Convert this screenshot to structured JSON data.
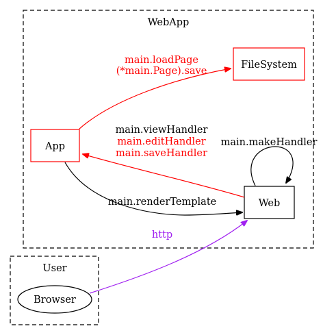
{
  "clusters": {
    "webapp": {
      "label": "WebApp"
    },
    "user": {
      "label": "User"
    }
  },
  "nodes": {
    "filesystem": {
      "label": "FileSystem",
      "color": "#ff0000"
    },
    "app": {
      "label": "App",
      "color": "#ff0000"
    },
    "web": {
      "label": "Web",
      "color": "#000000"
    },
    "browser": {
      "label": "Browser",
      "color": "#000000"
    }
  },
  "edges": {
    "app_to_filesystem": {
      "labels": [
        "main.loadPage",
        "(*main.Page).save"
      ],
      "color": "#ff0000"
    },
    "web_to_app": {
      "labels": [
        "main.viewHandler",
        "main.editHandler",
        "main.saveHandler"
      ],
      "label_colors": [
        "#000000",
        "#ff0000",
        "#ff0000"
      ],
      "color": "#ff0000"
    },
    "web_self": {
      "label": "main.makeHandler",
      "color": "#000000"
    },
    "app_to_web": {
      "label": "main.renderTemplate",
      "color": "#000000"
    },
    "browser_to_web": {
      "label": "http",
      "color": "#a020f0"
    }
  }
}
